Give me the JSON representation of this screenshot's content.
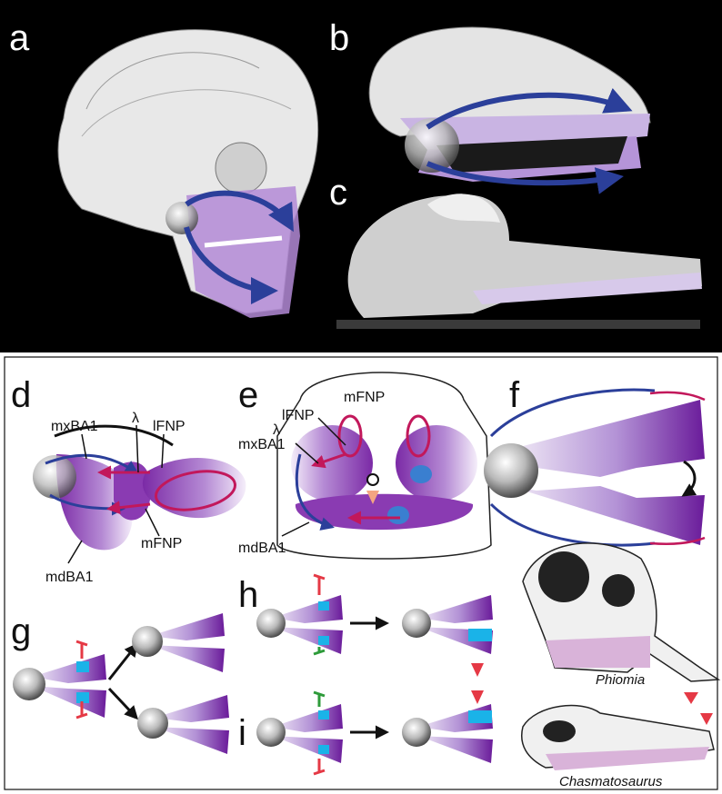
{
  "panels": {
    "a": "a",
    "b": "b",
    "c": "c",
    "d": "d",
    "e": "e",
    "f": "f",
    "g": "g",
    "h": "h",
    "i": "i"
  },
  "labels_d": {
    "lambda": "λ",
    "mxBA1": "mxBA1",
    "lFNP": "lFNP",
    "mFNP": "mFNP",
    "mdBA1": "mdBA1"
  },
  "labels_e": {
    "mFNP": "mFNP",
    "lFNP": "lFNP",
    "lambda": "λ",
    "mxBA1": "mxBA1",
    "mdBA1": "mdBA1"
  },
  "species": {
    "phiomia": "Phiomia",
    "chasmatosaurus": "Chasmatosaurus"
  },
  "colors": {
    "background_top": "#000000",
    "arrow_blue": "#2b3f9a",
    "arrow_magenta": "#c2185b",
    "purple_dark": "#6a1b9a",
    "purple_light": "#d8c6ea",
    "cyan": "#1ab3e8",
    "green": "#2e9b3a",
    "red": "#e53945"
  }
}
